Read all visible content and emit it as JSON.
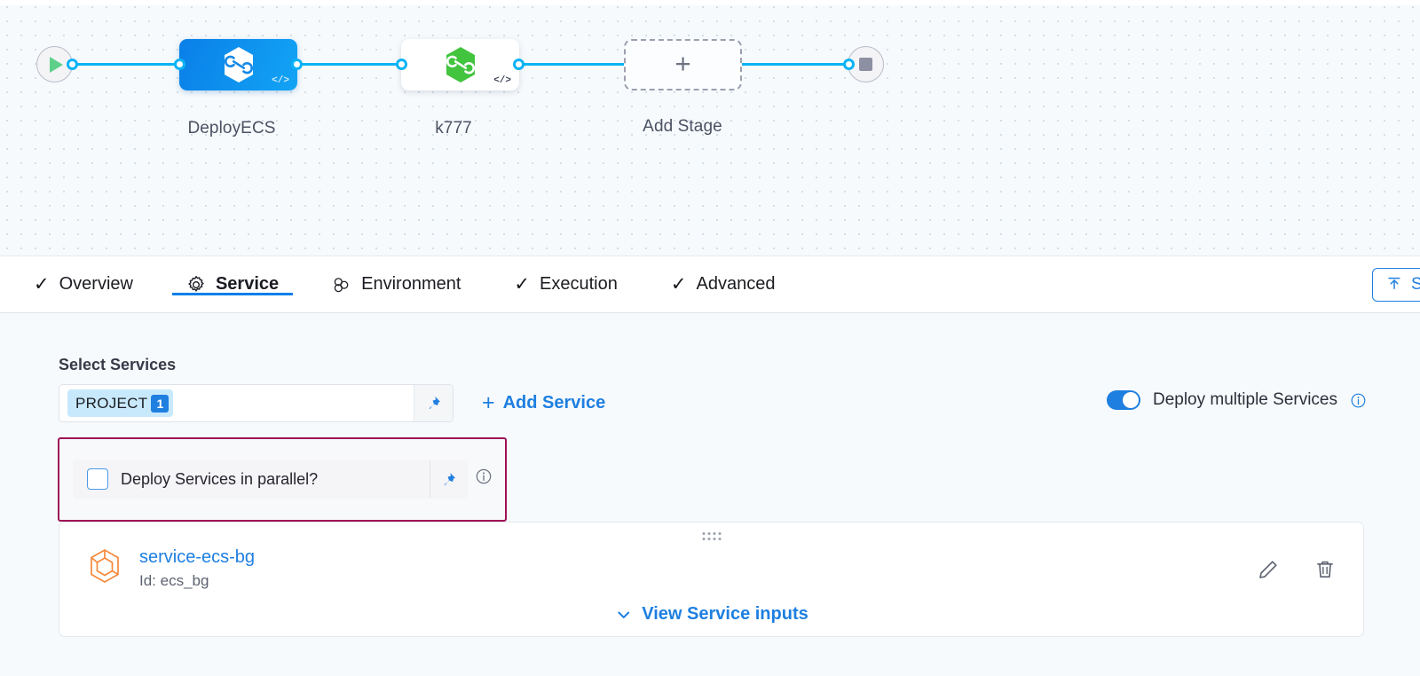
{
  "pipeline": {
    "start_node": "start-play",
    "end_node": "end-stop",
    "stages": [
      {
        "label": "DeployECS",
        "type": "blue",
        "icon": "harness-hexagon-icon",
        "code_badge": "</>"
      },
      {
        "label": "k777",
        "type": "white",
        "icon": "harness-hexagon-green-icon",
        "code_badge": "</>"
      },
      {
        "label": "Add Stage",
        "type": "add",
        "icon": "plus-icon",
        "code_badge": ""
      }
    ]
  },
  "tabs": [
    {
      "label": "Overview",
      "icon": "check-icon",
      "active": false
    },
    {
      "label": "Service",
      "icon": "gear-icon",
      "active": true
    },
    {
      "label": "Environment",
      "icon": "infrastructure-icon",
      "active": false
    },
    {
      "label": "Execution",
      "icon": "check-icon",
      "active": false
    },
    {
      "label": "Advanced",
      "icon": "check-icon",
      "active": false
    }
  ],
  "header_action": {
    "label": "S",
    "icon": "export-up-icon"
  },
  "service_section": {
    "title": "Select Services",
    "selected_chip": {
      "text": "PROJECT",
      "count": "1"
    },
    "add_service_label": "Add Service",
    "add_service_plus": "+",
    "pin_icon": "pin-icon",
    "toggle": {
      "label": "Deploy multiple Services",
      "on": true,
      "info_icon": "info-icon"
    },
    "parallel": {
      "label": "Deploy Services in parallel?",
      "checked": false,
      "pin_icon": "pin-icon",
      "info_icon": "info-icon",
      "highlight_color": "#9e1256"
    }
  },
  "service_card": {
    "drag_handle": "drag-handle-icon",
    "service_icon": "service-cube-icon",
    "name": "service-ecs-bg",
    "id_text": "Id: ecs_bg",
    "view_inputs_label": "View Service inputs",
    "chevron": "chevron-down-icon",
    "edit_icon": "pencil-icon",
    "delete_icon": "trash-icon"
  },
  "colors": {
    "accent_blue": "#1e7fe0",
    "edge_blue": "#0ab3f5",
    "highlight": "#9e1256",
    "green": "#5fd08a"
  }
}
